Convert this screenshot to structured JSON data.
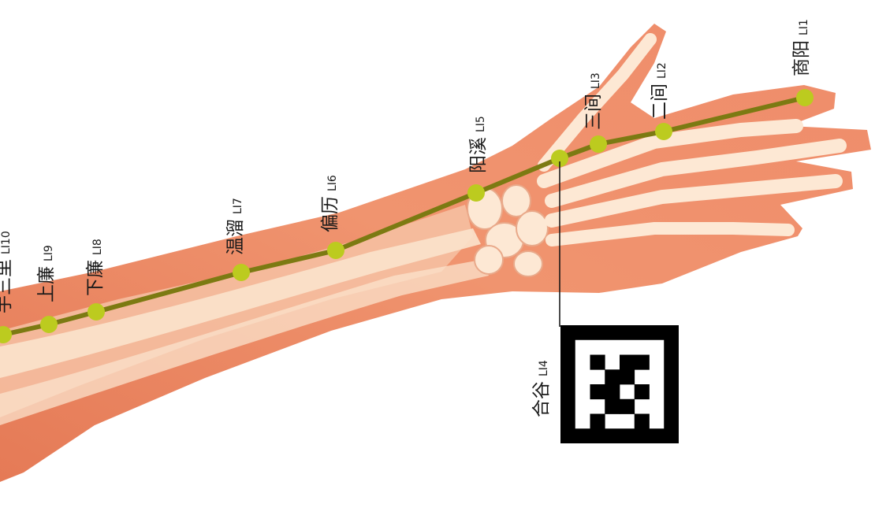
{
  "meridian": {
    "line_color": "#7c7a12",
    "point_color": "#bccb1f",
    "points": [
      {
        "id": "LI1",
        "name": "商阳",
        "code": "LI1"
      },
      {
        "id": "LI2",
        "name": "二间",
        "code": "LI2"
      },
      {
        "id": "LI3",
        "name": "三间",
        "code": "LI3"
      },
      {
        "id": "LI4",
        "name": "合谷",
        "code": "LI4"
      },
      {
        "id": "LI5",
        "name": "阳溪",
        "code": "LI5"
      },
      {
        "id": "LI6",
        "name": "偏历",
        "code": "LI6"
      },
      {
        "id": "LI7",
        "name": "温溜",
        "code": "LI7"
      },
      {
        "id": "LI8",
        "name": "下廉",
        "code": "LI8"
      },
      {
        "id": "LI9",
        "name": "上廉",
        "code": "LI9"
      },
      {
        "id": "LI10",
        "name": "手三里",
        "code": "LI10"
      }
    ]
  },
  "colors": {
    "skin": "#ea8a68",
    "skin_light": "#f6c2a4",
    "bone": "#fbe3cc",
    "marker": "#000000"
  },
  "marker_grid": [
    [
      0,
      0,
      0,
      0,
      0,
      0
    ],
    [
      0,
      1,
      0,
      1,
      1,
      0
    ],
    [
      0,
      0,
      1,
      1,
      0,
      0
    ],
    [
      0,
      1,
      1,
      0,
      1,
      0
    ],
    [
      0,
      0,
      1,
      1,
      0,
      0
    ],
    [
      0,
      1,
      0,
      0,
      1,
      0
    ]
  ]
}
